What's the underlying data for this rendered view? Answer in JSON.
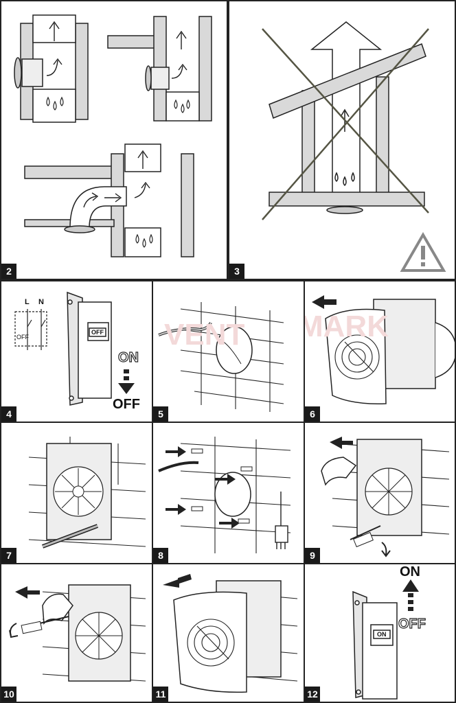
{
  "panels": {
    "p2": {
      "number": "2"
    },
    "p3": {
      "number": "3"
    },
    "p4": {
      "number": "4",
      "label_l": "L",
      "label_n": "N",
      "label_off_small": "OFF",
      "switch_label": "OFF",
      "on": "ON",
      "off": "OFF"
    },
    "p5": {
      "number": "5"
    },
    "p6": {
      "number": "6"
    },
    "p7": {
      "number": "7"
    },
    "p8": {
      "number": "8"
    },
    "p9": {
      "number": "9"
    },
    "p10": {
      "number": "10"
    },
    "p11": {
      "number": "11"
    },
    "p12": {
      "number": "12",
      "on": "ON",
      "off": "OFF",
      "switch_label": "ON"
    }
  },
  "watermark": {
    "left": "VENT",
    "right": "MARK"
  },
  "colors": {
    "wall": "#d9d9d9",
    "line": "#222222",
    "cross": "#555544",
    "warning": "#888888"
  }
}
